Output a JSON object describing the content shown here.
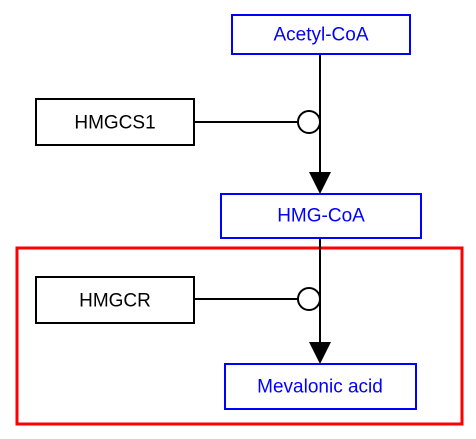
{
  "colors": {
    "metabolite": "#0000ff",
    "enzyme": "#000000",
    "highlight": "#ff0000",
    "edge": "#000000",
    "background": "#ffffff"
  },
  "nodes": {
    "acetyl_coa": {
      "label": "Acetyl-CoA",
      "kind": "metabolite"
    },
    "hmgcs1": {
      "label": "HMGCS1",
      "kind": "enzyme"
    },
    "hmg_coa": {
      "label": "HMG-CoA",
      "kind": "metabolite"
    },
    "hmgcr": {
      "label": "HMGCR",
      "kind": "enzyme"
    },
    "mevalonic_acid": {
      "label": "Mevalonic acid",
      "kind": "metabolite"
    }
  },
  "edges": [
    {
      "from": "acetyl_coa",
      "to": "hmg_coa",
      "type": "conversion",
      "catalyst": "hmgcs1"
    },
    {
      "from": "hmg_coa",
      "to": "mevalonic_acid",
      "type": "conversion",
      "catalyst": "hmgcr"
    }
  ],
  "highlight_region": {
    "contains": [
      "hmgcr",
      "mevalonic_acid"
    ]
  }
}
